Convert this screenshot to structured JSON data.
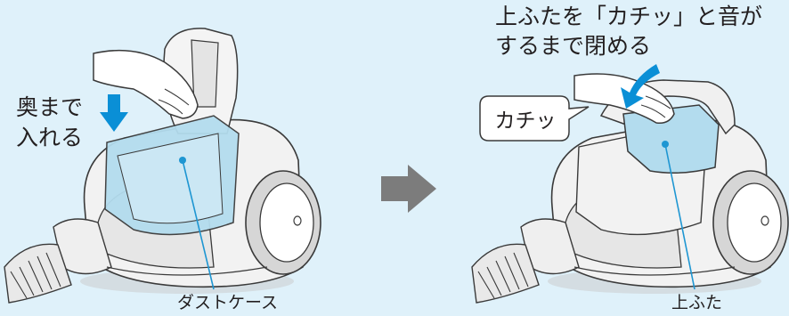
{
  "left_panel": {
    "instruction_line1": "奥まで",
    "instruction_line2": "入れる",
    "part_label": "ダストケース"
  },
  "right_panel": {
    "instruction_line1": "上ふたを「カチッ」と音が",
    "instruction_line2": "するまで閉める",
    "bubble_text": "カチッ",
    "part_label": "上ふた"
  },
  "colors": {
    "background": "#dff1fa",
    "arrow_blue": "#0a8fd6",
    "step_arrow": "#7c7c7c",
    "leader_line": "#1e96d2",
    "dust_case": "#b3dcee",
    "outline": "#3a3a3a"
  }
}
